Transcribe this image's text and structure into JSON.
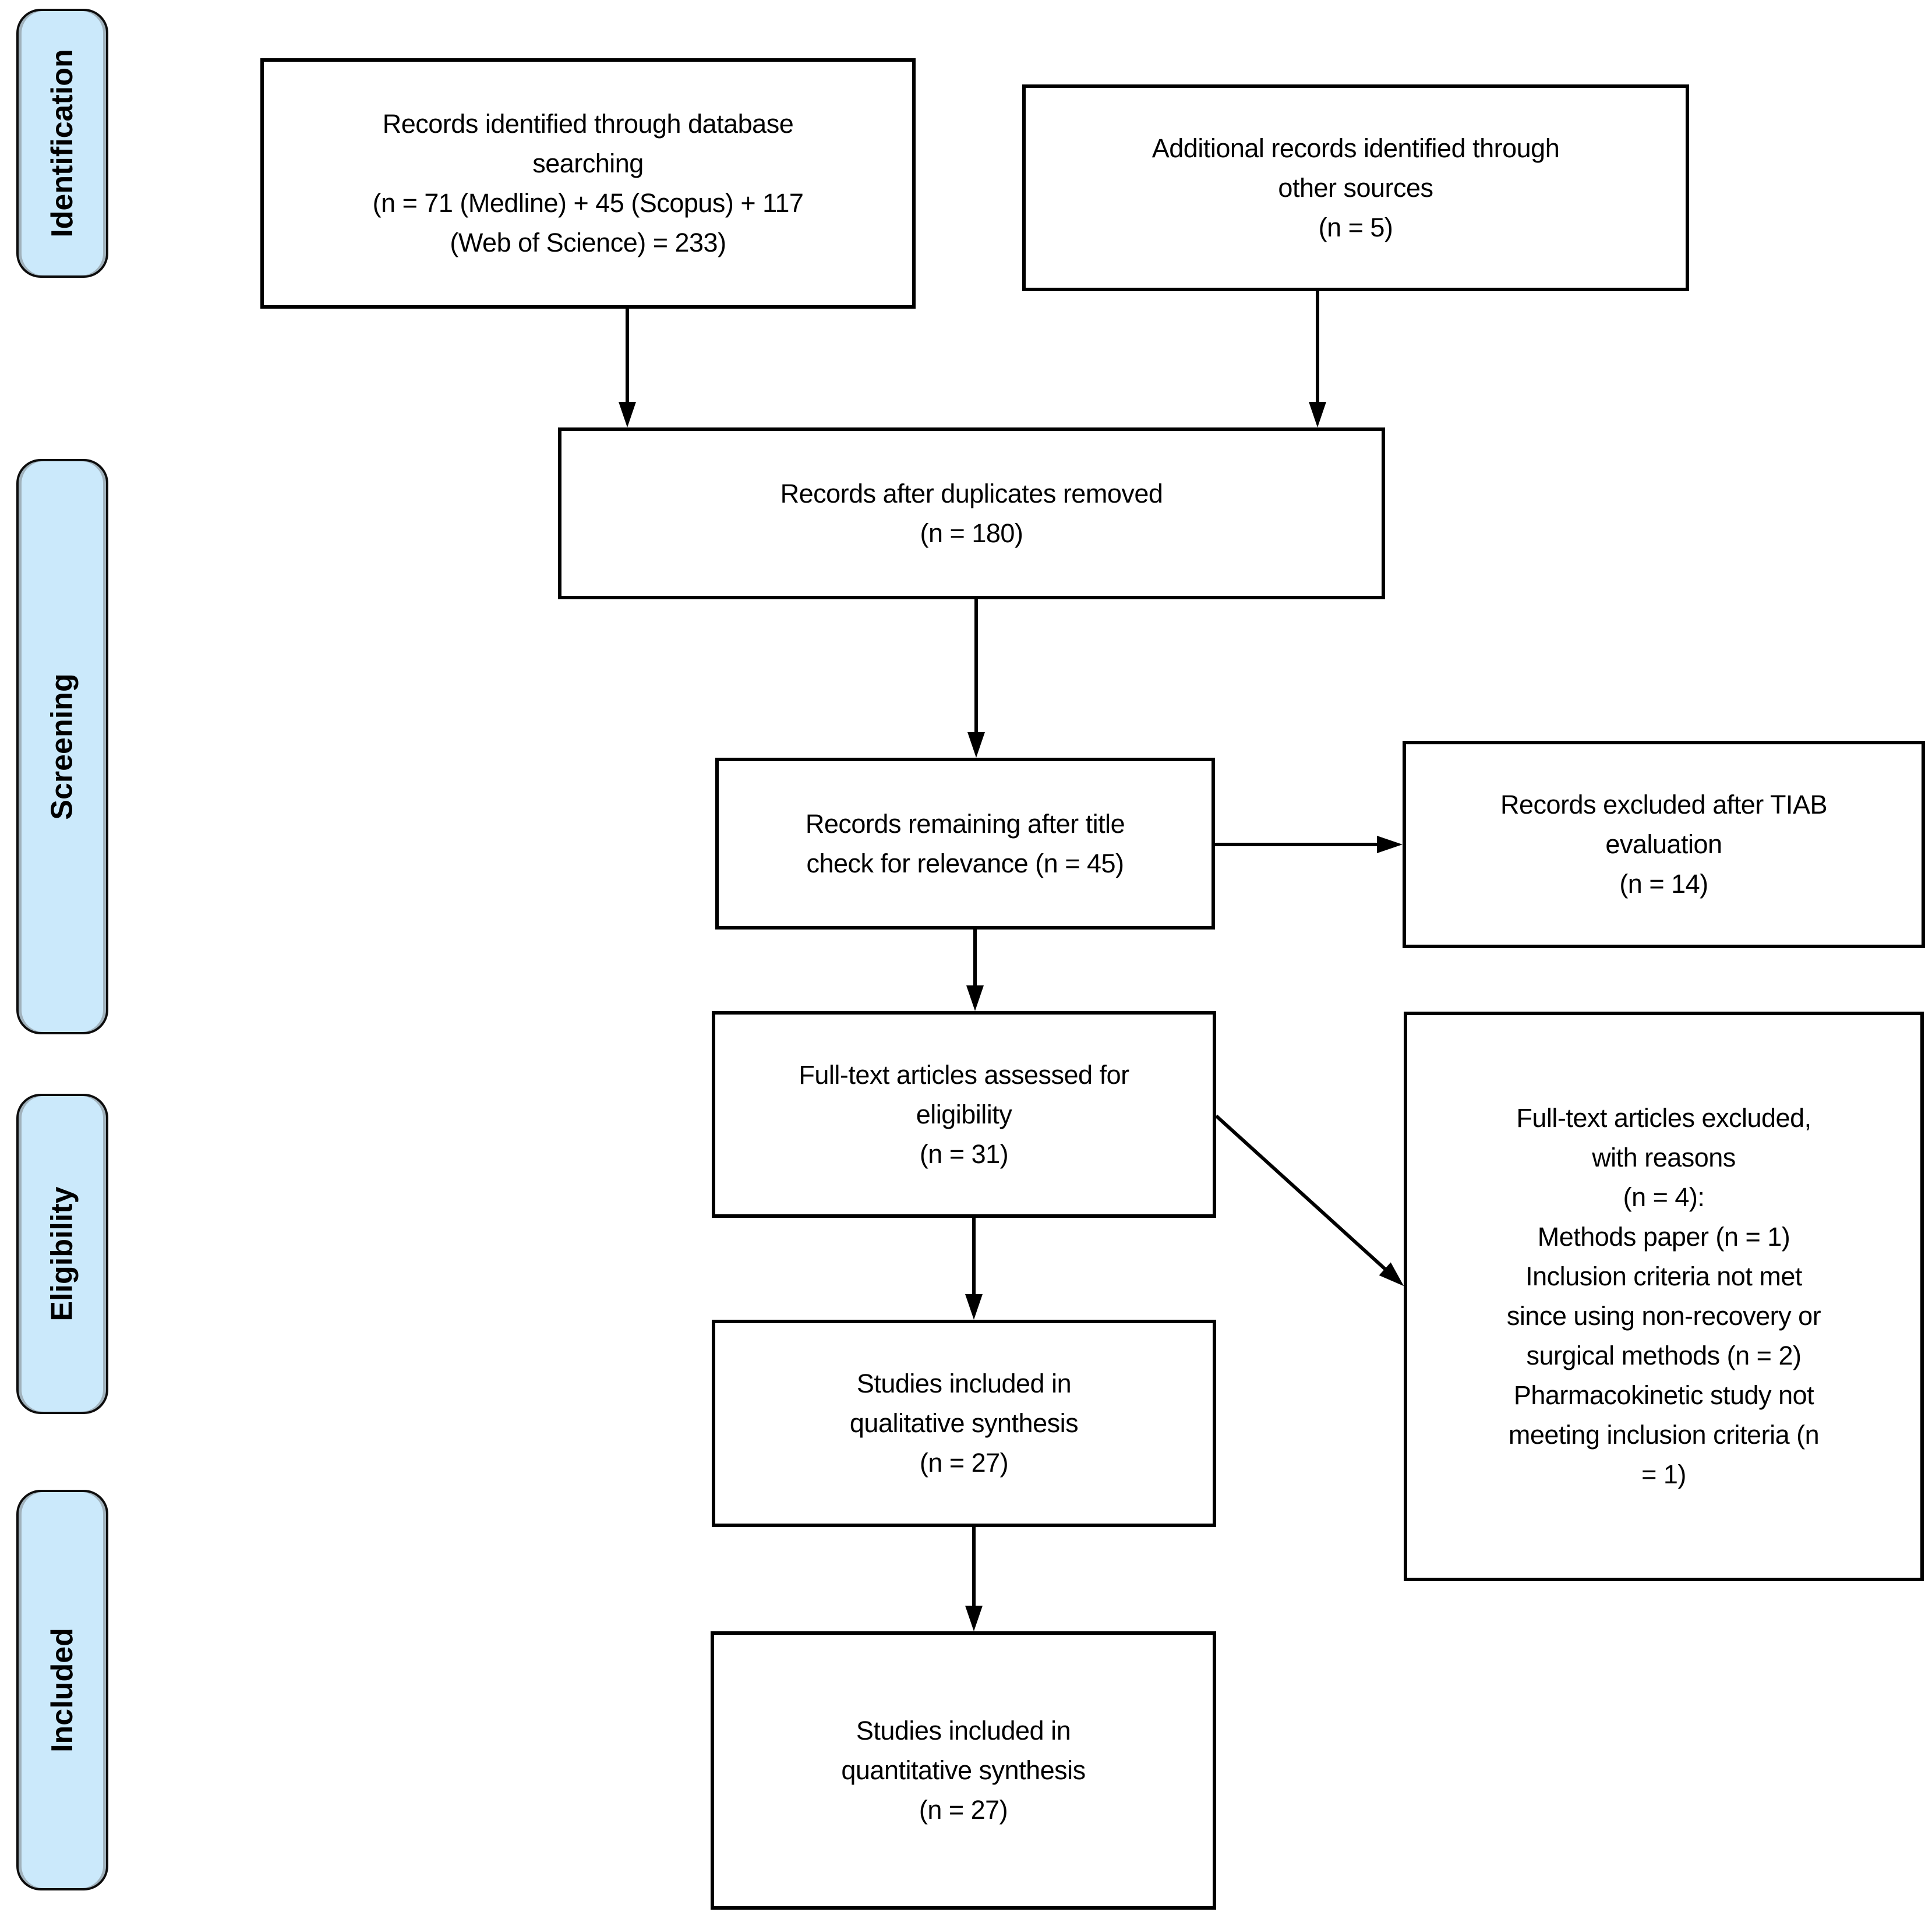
{
  "diagram": {
    "type": "prisma-flow-diagram",
    "stages": [
      {
        "id": "identification",
        "label": "Identification"
      },
      {
        "id": "screening",
        "label": "Screening"
      },
      {
        "id": "eligibility",
        "label": "Eligibility"
      },
      {
        "id": "included",
        "label": "Included"
      }
    ],
    "boxes": {
      "identified": {
        "text": "Records identified through database\nsearching\n(n = 71 (Medline) + 45 (Scopus) + 117\n(Web of Science) = 233)"
      },
      "additional": {
        "text": "Additional records identified through\nother sources\n(n = 5)"
      },
      "deduplicated": {
        "text": "Records after duplicates removed\n(n = 180)"
      },
      "title_check": {
        "text": "Records remaining after title\ncheck for relevance (n = 45)"
      },
      "tiab_excluded": {
        "text": "Records excluded after TIAB\nevaluation\n(n = 14)"
      },
      "fulltext_assessed": {
        "text": "Full-text articles assessed for\neligibility\n(n = 31)"
      },
      "fulltext_excluded": {
        "text": "Full-text articles excluded,\nwith reasons\n(n = 4):\nMethods paper (n = 1)\nInclusion criteria not met\nsince using non-recovery or\nsurgical methods (n = 2)\nPharmacokinetic study not\nmeeting inclusion criteria (n\n= 1)"
      },
      "qualitative": {
        "text": "Studies included in\nqualitative synthesis\n(n = 27)"
      },
      "quantitative": {
        "text": "Studies included in\nquantitative synthesis\n(n = 27)"
      }
    },
    "counts": {
      "medline": 71,
      "scopus": 45,
      "web_of_science": 117,
      "identified_total": 233,
      "additional_sources": 5,
      "after_duplicates": 180,
      "after_title_check": 45,
      "tiab_excluded": 14,
      "fulltext_assessed": 31,
      "fulltext_excluded": 4,
      "methods_paper": 1,
      "inclusion_criteria_not_met": 2,
      "pharmacokinetic_excluded": 1,
      "qualitative_synthesis": 27,
      "quantitative_synthesis": 27
    },
    "colors": {
      "stage_fill": "#cbe9fb",
      "stage_border": "#0d0d0d",
      "box_fill": "#ffffff",
      "box_border": "#000000",
      "arrow": "#000000",
      "text": "#000000"
    }
  }
}
